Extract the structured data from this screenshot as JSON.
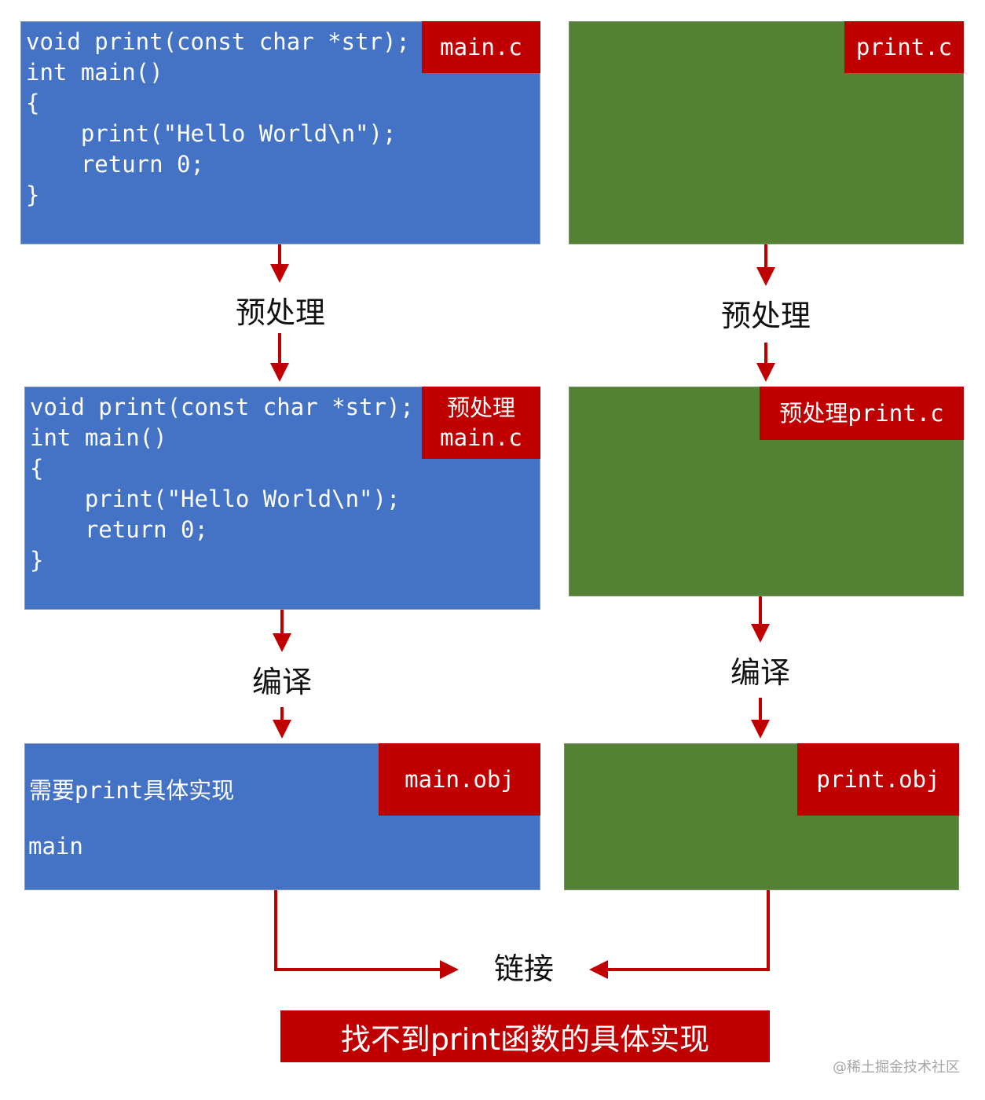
{
  "main_source": {
    "label": "main.c",
    "code": "void print(const char *str);\nint main()\n{\n    print(\"Hello World\\n\");\n    return 0;\n}"
  },
  "print_source": {
    "label": "print.c"
  },
  "steps": {
    "preprocess": "预处理",
    "compile": "编译",
    "link": "链接"
  },
  "main_preprocessed": {
    "label": "预处理\nmain.c",
    "code": "void print(const char *str);\nint main()\n{\n    print(\"Hello World\\n\");\n    return 0;\n}"
  },
  "print_preprocessed": {
    "label": "预处理print.c"
  },
  "main_obj": {
    "label": "main.obj",
    "needs": "需要print具体实现",
    "symbol": "main"
  },
  "print_obj": {
    "label": "print.obj"
  },
  "error_banner": "找不到print函数的具体实现",
  "watermark": "@稀土掘金技术社区",
  "colors": {
    "blue_box": "#4472c4",
    "green_box": "#548235",
    "red_tag": "#c00000",
    "arrow": "#c00000"
  }
}
